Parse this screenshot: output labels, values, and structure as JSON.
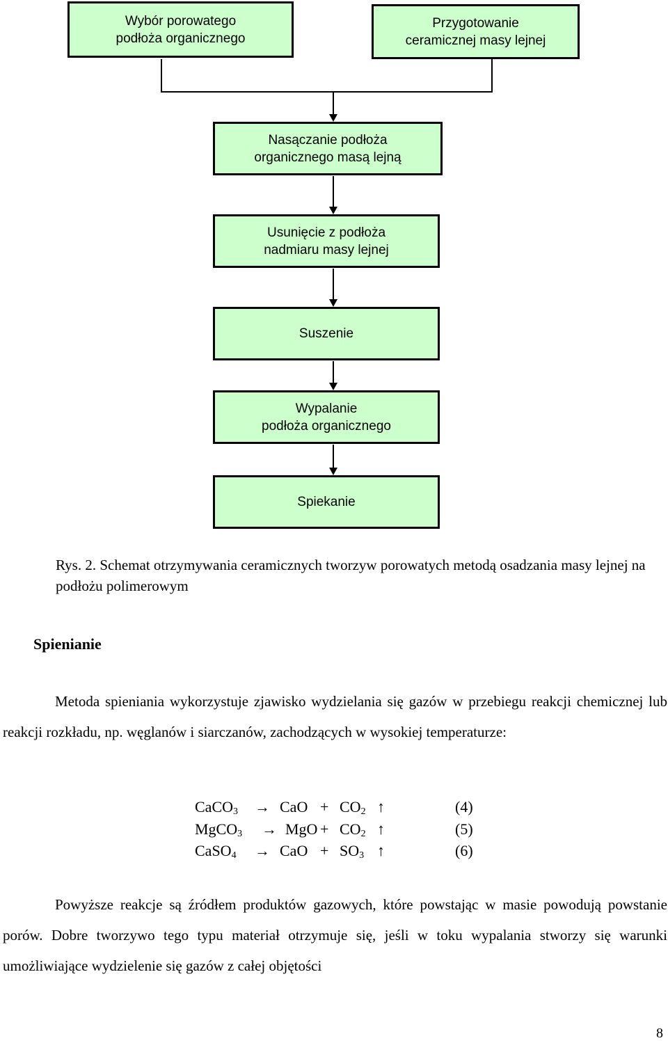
{
  "flowchart": {
    "box1": "Wybór porowatego\npodłoża organicznego",
    "box2": "Przygotowanie\nceramicznej masy lejnej",
    "box3": "Nasączanie podłoża\norganicznego masą lejną",
    "box4": "Usunięcie z podłoża\nnadmiaru masy lejnej",
    "box5": "Suszenie",
    "box6": "Wypalanie\npodłoża organicznego",
    "box7": "Spiekanie"
  },
  "caption": "Rys. 2. Schemat otrzymywania ceramicznych tworzyw porowatych metodą osadzania masy lejnej na podłożu polimerowym",
  "section_title": "Spienianie",
  "paragraph1": "Metoda spieniania wykorzystuje zjawisko wydzielania się gazów w przebiegu reakcji chemicznej lub reakcji rozkładu, np. węglanów i siarczanów, zachodzących w wysokiej temperaturze:",
  "equations": [
    {
      "reactant": "CaCO",
      "reactant_sub": "3",
      "arrow": "→",
      "p1": "CaO",
      "plus": "+",
      "p2": "CO",
      "p2_sub": "2",
      "gas": "↑",
      "num": "(4)"
    },
    {
      "reactant": "MgCO",
      "reactant_sub": "3",
      "arrow": "→",
      "p1": "MgO",
      "plus": "+",
      "p2": "CO",
      "p2_sub": "2",
      "gas": "↑",
      "num": "(5)"
    },
    {
      "reactant": "CaSO",
      "reactant_sub": "4",
      "arrow": "→",
      "p1": "CaO",
      "plus": "+",
      "p2": "SO",
      "p2_sub": "3",
      "gas": "↑",
      "num": "(6)"
    }
  ],
  "paragraph2": "Powyższe reakcje są źródłem produktów gazowych, które powstając w masie powodują powstanie porów. Dobre tworzywo tego typu materiał otrzymuje się, jeśli w toku wypalania stworzy się warunki umożliwiające wydzielenie się gazów z całej objętości",
  "page_number": "8",
  "colors": {
    "box_fill": "#ccffcc",
    "border": "#000000"
  }
}
